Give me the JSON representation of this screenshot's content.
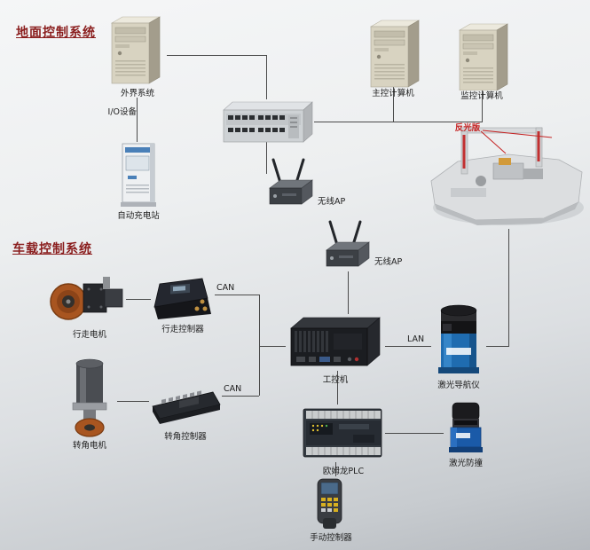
{
  "diagram": {
    "ground_section_title": "地面控制系统",
    "vehicle_section_title": "车载控制系统"
  },
  "nodes": {
    "external_system": {
      "label": "外界系统"
    },
    "charging_station": {
      "label": "自动充电站"
    },
    "main_computer": {
      "label": "主控计算机"
    },
    "monitor_computer": {
      "label": "监控计算机"
    },
    "reflector_panel": {
      "label": "反光版"
    },
    "wireless_ap_ground": {
      "label": "无线AP"
    },
    "wireless_ap_vehicle": {
      "label": "无线AP"
    },
    "travel_motor": {
      "label": "行走电机"
    },
    "travel_controller": {
      "label": "行走控制器"
    },
    "steering_motor": {
      "label": "转角电机"
    },
    "steering_controller": {
      "label": "转角控制器"
    },
    "industrial_pc": {
      "label": "工控机"
    },
    "laser_navigator": {
      "label": "激光导航仪"
    },
    "omron_plc": {
      "label": "欧姆龙PLC"
    },
    "laser_anticollision": {
      "label": "激光防撞"
    },
    "manual_controller": {
      "label": "手动控制器"
    }
  },
  "edge_labels": {
    "io_device": "I/O设备",
    "can_travel": "CAN",
    "can_steering": "CAN",
    "lan": "LAN"
  },
  "colors": {
    "section_title": "#8a1d1d",
    "reflector_label": "#c52222",
    "connector_line": "#4a4a4a",
    "background_top": "#f5f6f7",
    "background_bottom": "#b6babf"
  }
}
